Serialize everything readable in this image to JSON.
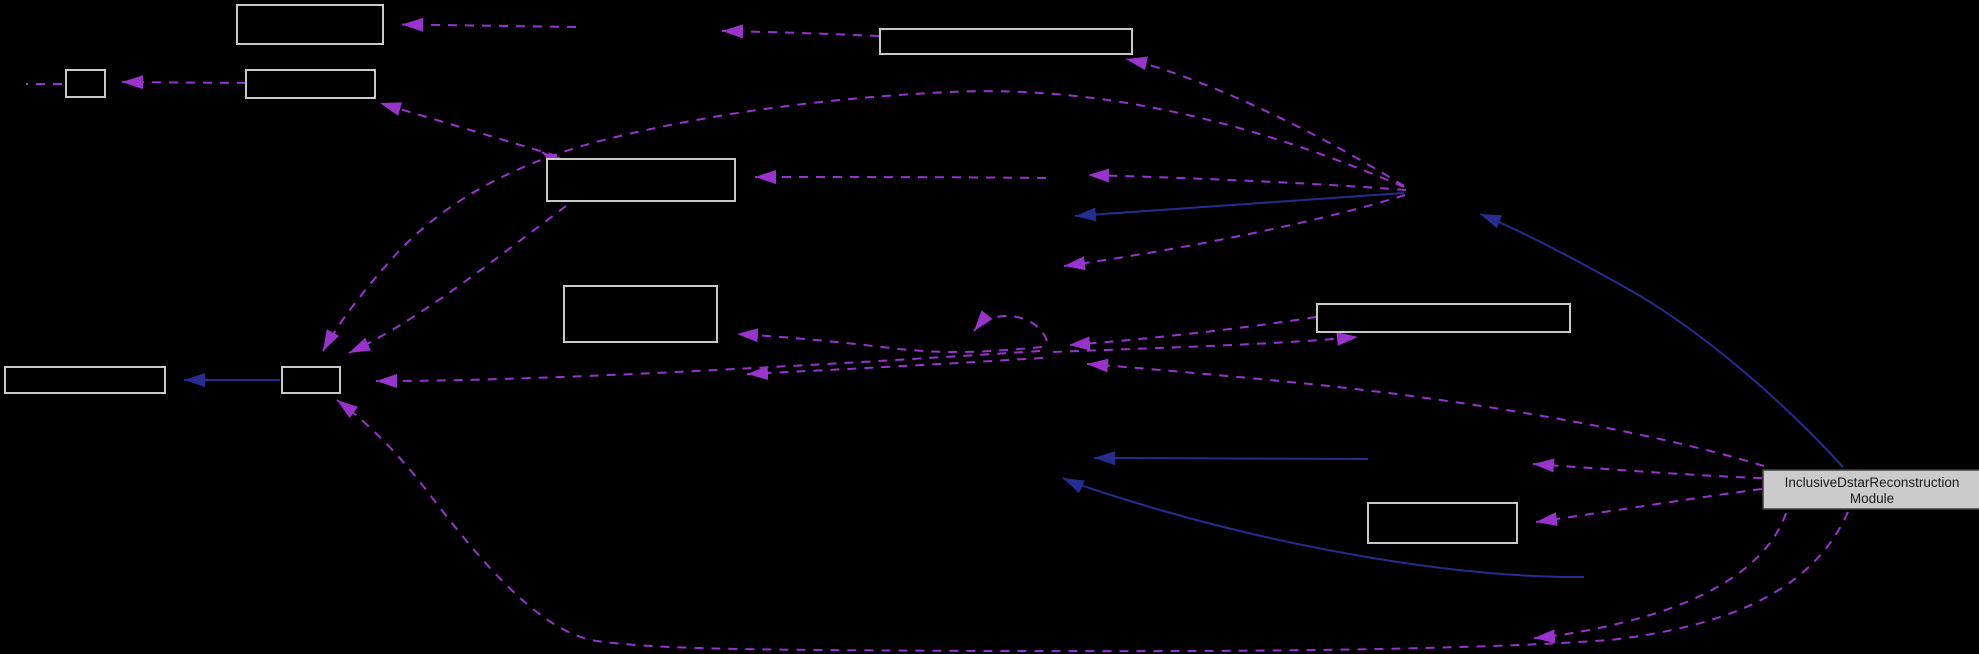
{
  "diagram": {
    "type": "dependency-graph",
    "background": "#000000",
    "colors": {
      "dashed_edge": "#9a32cd",
      "solid_edge": "#272c90",
      "node_border": "#c9c9c9",
      "node_fill": "#000000",
      "highlight_fill": "#cbcbcb",
      "highlight_border": "#404040",
      "highlight_text": "#1a1a1a"
    },
    "highlight_node": {
      "label": "InclusiveDstarReconstruction Module",
      "line1": "InclusiveDstarReconstruction",
      "line2": "Module"
    },
    "nodes": [
      {
        "id": "node-top-left",
        "label": ""
      },
      {
        "id": "node-small-left",
        "label": ""
      },
      {
        "id": "node-left-row2",
        "label": ""
      },
      {
        "id": "node-mid-upper",
        "label": ""
      },
      {
        "id": "node-mid-lower",
        "label": ""
      },
      {
        "id": "node-top-middle",
        "label": ""
      },
      {
        "id": "node-right-middle",
        "label": ""
      },
      {
        "id": "node-bottom-left-wide",
        "label": ""
      },
      {
        "id": "node-bottom-left-small",
        "label": ""
      },
      {
        "id": "node-bottom-right",
        "label": ""
      }
    ],
    "edge_styles": {
      "dashed": "usage dependency",
      "solid": "inheritance"
    }
  }
}
